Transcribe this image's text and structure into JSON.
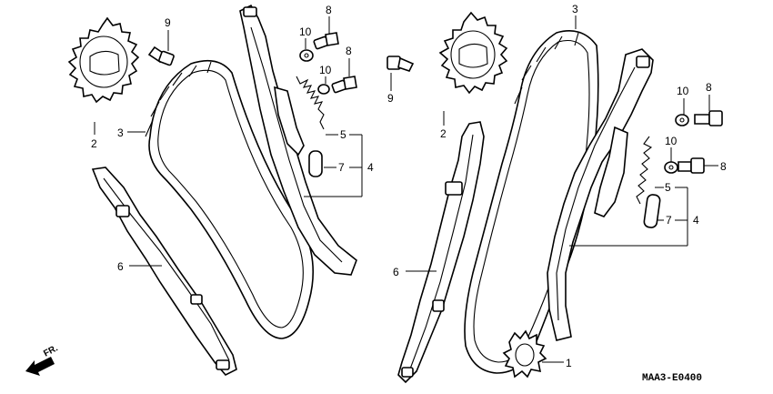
{
  "callouts": {
    "left_bolt_a": "9",
    "left_bolt_b": "8",
    "left_washer_a": "10",
    "left_washer_b": "10",
    "left_bolt_c": "8",
    "left_sprocket": "2",
    "left_chain": "3",
    "left_guide_upper": "5",
    "left_collar": "7",
    "left_bracket": "4",
    "left_guide": "6",
    "right_sprocket_top": "3",
    "right_bolt_a": "9",
    "right_sprocket": "2",
    "right_washer_a": "10",
    "right_bolt_b": "8",
    "right_washer_b": "10",
    "right_bolt_c": "8",
    "right_guide_upper": "5",
    "right_collar": "7",
    "right_bracket": "4",
    "right_guide": "6",
    "crank_sprocket": "1"
  },
  "direction_label": "FR.",
  "drawing_code": "MAA3-E0400"
}
